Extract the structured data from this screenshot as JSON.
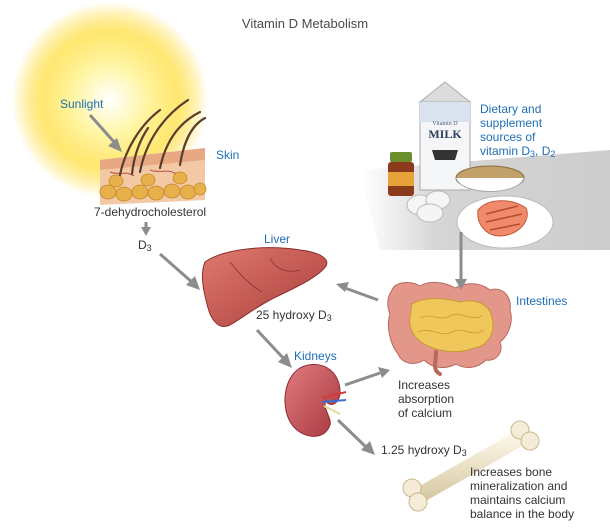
{
  "title": "Vitamin D Metabolism",
  "labels": {
    "sunlight": "Sunlight",
    "skin": "Skin",
    "precursor": "7-dehydrocholesterol",
    "d3_main": "D",
    "d3_sub": "3",
    "liver": "Liver",
    "hydroxy25_main": "25 hydroxy D",
    "hydroxy25_sub": "3",
    "kidneys": "Kidneys",
    "intestines": "Intestines",
    "dietary_line1": "Dietary and",
    "dietary_line2": "supplement",
    "dietary_line3": "sources of",
    "dietary_line4_main": "vitamin D",
    "dietary_line4_sub": "3",
    "dietary_line4_sep": ", D",
    "dietary_line4_sub2": "2",
    "absorption_line1": "Increases",
    "absorption_line2": "absorption",
    "absorption_line3": "of calcium",
    "hydroxy125_main": "1.25 hydroxy D",
    "hydroxy125_sub": "3",
    "bone_line1": "Increases bone",
    "bone_line2": "mineralization and",
    "bone_line3": "maintains calcium",
    "bone_line4": "balance in the body",
    "milk_small": "Vitamin D",
    "milk_big": "MILK"
  },
  "colors": {
    "label_blue": "#1f6fb3",
    "text_dark": "#333333",
    "arrow_gray": "#8c8c8c",
    "sun_core": "#fff8b0",
    "sun_glow": "#ffd200",
    "liver": "#c8564f",
    "kidney": "#c9545a",
    "intestine_outer": "#e3968a",
    "intestine_inner": "#f0c75a",
    "bone": "#efe6cf"
  }
}
